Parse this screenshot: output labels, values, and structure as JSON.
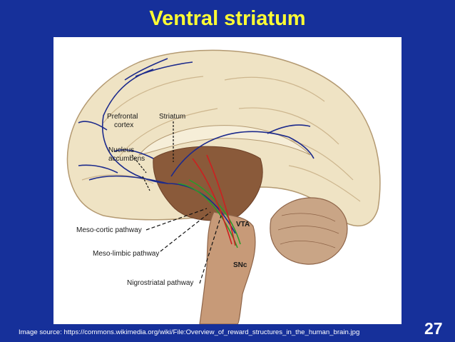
{
  "slide": {
    "title": "Ventral striatum",
    "page_number": "27",
    "source": "Image source: https://commons.wikimedia.org/wiki/File:Overview_of_reward_structures_in_the_human_brain.jpg"
  },
  "diagram": {
    "labels": {
      "prefrontal_line1": "Prefrontal",
      "prefrontal_line2": "cortex",
      "striatum": "Striatum",
      "nucleus_line1": "Nucleus",
      "nucleus_line2": "accumbens",
      "meso_cortic": "Meso-cortic pathway",
      "meso_limbic": "Meso-limbic pathway",
      "nigrostriatal": "Nigrostriatal pathway",
      "vta": "VTA",
      "snc": "SNc"
    },
    "colors": {
      "meso_cortic_pathway": "#1c2a8c",
      "meso_limbic_pathway": "#2a9a2a",
      "nigrostriatal_pathway": "#cc2020",
      "background": "#16309a",
      "title": "#ffff33"
    }
  }
}
